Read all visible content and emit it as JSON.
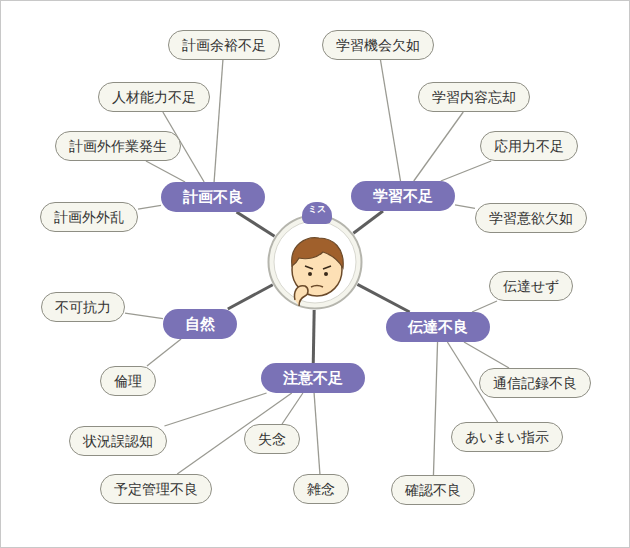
{
  "diagram": {
    "nodes": [
      {
        "text": [
          "ミス"
        ]
      },
      {
        "text": [
          "計画不良"
        ]
      },
      {
        "text": [
          "計画余裕不足"
        ]
      },
      {
        "text": [
          "人材能力不足"
        ]
      },
      {
        "text": [
          "計画外作業発生"
        ]
      },
      {
        "text": [
          "計画外外乱"
        ]
      },
      {
        "text": [
          "学習不足"
        ]
      },
      {
        "text": [
          "学習機会欠如"
        ]
      },
      {
        "text": [
          "学習内容忘却"
        ]
      },
      {
        "text": [
          "応用力不足"
        ]
      },
      {
        "text": [
          "学習意欲欠如"
        ]
      },
      {
        "text": [
          "伝達不良"
        ]
      },
      {
        "text": [
          "伝達せず"
        ]
      },
      {
        "text": [
          "通信記録不良"
        ]
      },
      {
        "text": [
          "あいまい指示"
        ]
      },
      {
        "text": [
          "確認不良"
        ]
      },
      {
        "text": [
          "注意不足"
        ]
      },
      {
        "text": [
          "状況誤認知"
        ]
      },
      {
        "text": [
          "予定管理不良"
        ]
      },
      {
        "text": [
          "失念"
        ]
      },
      {
        "text": [
          "雑念"
        ]
      },
      {
        "text": [
          "自然"
        ]
      },
      {
        "text": [
          "不可抗力"
        ]
      },
      {
        "text": [
          "倫理"
        ]
      }
    ],
    "edges": [
      {
        "from": 0,
        "to": 1,
        "arrow": "none"
      },
      {
        "from": 0,
        "to": 6,
        "arrow": "none"
      },
      {
        "from": 0,
        "to": 11,
        "arrow": "none"
      },
      {
        "from": 0,
        "to": 16,
        "arrow": "none"
      },
      {
        "from": 0,
        "to": 21,
        "arrow": "none"
      },
      {
        "from": 1,
        "to": 2,
        "arrow": "none"
      },
      {
        "from": 1,
        "to": 3,
        "arrow": "none"
      },
      {
        "from": 1,
        "to": 4,
        "arrow": "none"
      },
      {
        "from": 1,
        "to": 5,
        "arrow": "none"
      },
      {
        "from": 6,
        "to": 7,
        "arrow": "none"
      },
      {
        "from": 6,
        "to": 8,
        "arrow": "none"
      },
      {
        "from": 6,
        "to": 9,
        "arrow": "none"
      },
      {
        "from": 6,
        "to": 10,
        "arrow": "none"
      },
      {
        "from": 11,
        "to": 12,
        "arrow": "none"
      },
      {
        "from": 11,
        "to": 13,
        "arrow": "none"
      },
      {
        "from": 11,
        "to": 14,
        "arrow": "none"
      },
      {
        "from": 11,
        "to": 15,
        "arrow": "none"
      },
      {
        "from": 16,
        "to": 17,
        "arrow": "none"
      },
      {
        "from": 16,
        "to": 18,
        "arrow": "none"
      },
      {
        "from": 16,
        "to": 19,
        "arrow": "none"
      },
      {
        "from": 16,
        "to": 20,
        "arrow": "none"
      },
      {
        "from": 21,
        "to": 22,
        "arrow": "none"
      },
      {
        "from": 21,
        "to": 23,
        "arrow": "none"
      }
    ]
  }
}
